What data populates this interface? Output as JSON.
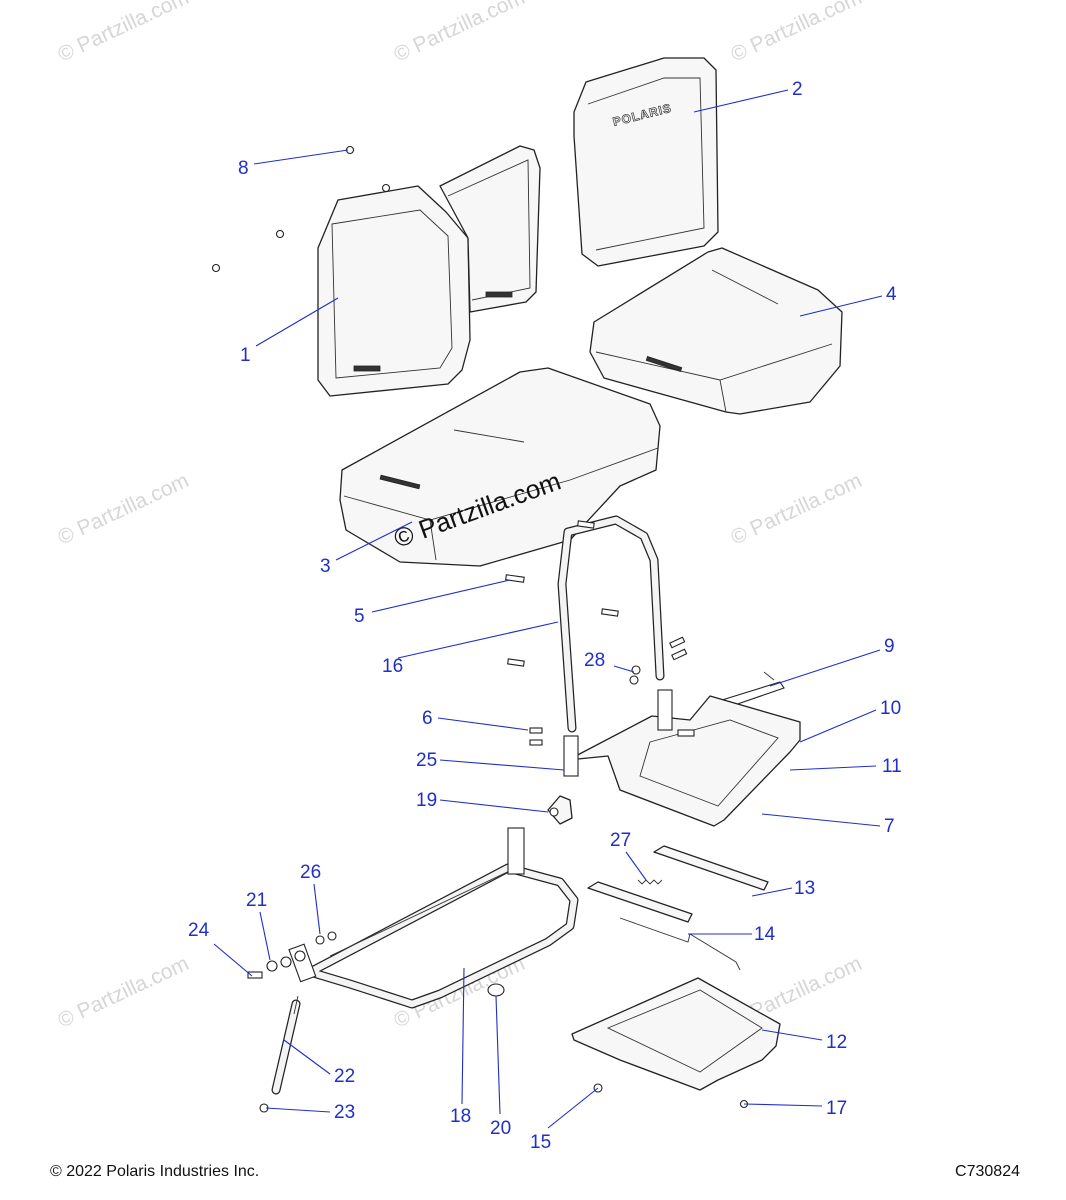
{
  "watermark": {
    "text": "© Partzilla.com",
    "center_text": "© Partzilla.com"
  },
  "brand_on_part": "POLARIS",
  "footer": {
    "copyright": "© 2022 Polaris Industries Inc.",
    "diagram_code": "C730824"
  },
  "callouts": [
    {
      "id": "1"
    },
    {
      "id": "2"
    },
    {
      "id": "3"
    },
    {
      "id": "4"
    },
    {
      "id": "5"
    },
    {
      "id": "6"
    },
    {
      "id": "7"
    },
    {
      "id": "8"
    },
    {
      "id": "9"
    },
    {
      "id": "10"
    },
    {
      "id": "11"
    },
    {
      "id": "12"
    },
    {
      "id": "13"
    },
    {
      "id": "14"
    },
    {
      "id": "15"
    },
    {
      "id": "16"
    },
    {
      "id": "17"
    },
    {
      "id": "18"
    },
    {
      "id": "19"
    },
    {
      "id": "20"
    },
    {
      "id": "21"
    },
    {
      "id": "22"
    },
    {
      "id": "23"
    },
    {
      "id": "24"
    },
    {
      "id": "25"
    },
    {
      "id": "26"
    },
    {
      "id": "27"
    },
    {
      "id": "28"
    }
  ],
  "colors": {
    "callout": "#1f2fc7",
    "line_art": "#222222",
    "watermark": "#d6d6d6"
  }
}
